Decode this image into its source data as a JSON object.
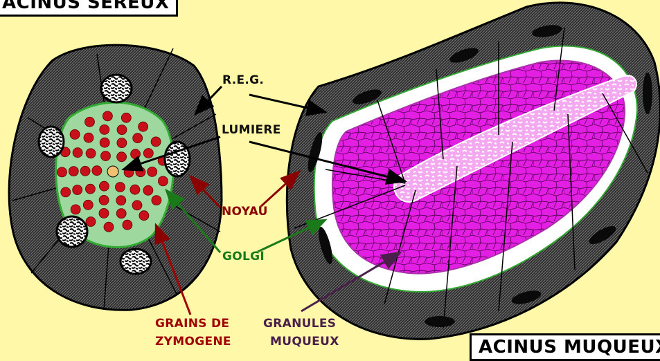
{
  "titles": {
    "serous": "ACINUS SÉREUX",
    "mucous": "ACINUS MUQUEUX"
  },
  "labels": {
    "reg": "R.E.G.",
    "lumiere": "LUMIERE",
    "noyau": "NOYAU",
    "golgi": "GOLGI",
    "grains_line1": "GRAINS DE",
    "grains_line2": "ZYMOGENE",
    "granules_line1": "GRANULES",
    "granules_line2": "MUQUEUX"
  },
  "colors": {
    "background": "#FFF8A8",
    "cytoplasm": "#3A3A3A",
    "zymogen": "#C8101A",
    "mucus": "#E020E0",
    "golgi": "#33AA33",
    "nucleus": "#111111"
  }
}
